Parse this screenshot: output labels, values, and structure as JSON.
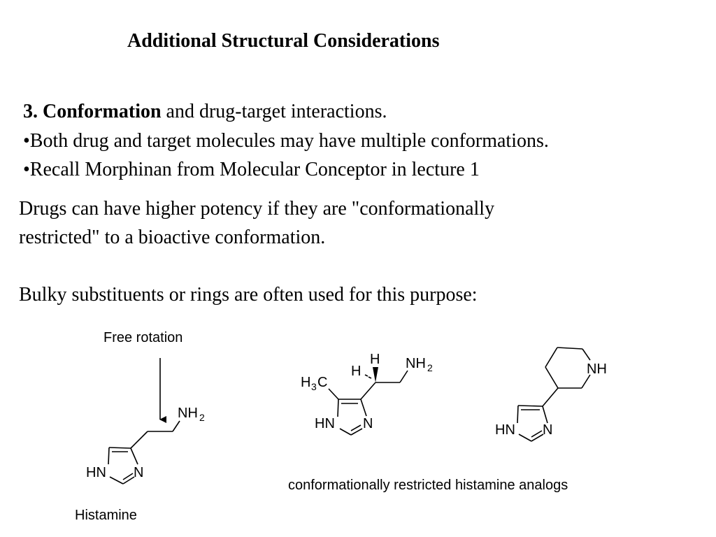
{
  "title": "Additional Structural Considerations",
  "point3": {
    "number_label": "3. Conformation",
    "rest": " and drug-target interactions."
  },
  "bullets": [
    "•Both drug and target molecules may have multiple conformations.",
    "•Recall Morphinan from Molecular Conceptor in lecture 1"
  ],
  "paragraphs": [
    "Drugs can have higher potency if they are \"conformationally",
    "restricted\" to a bioactive conformation.",
    "Bulky substituents or rings are often used for this purpose:"
  ],
  "figure": {
    "free_rotation_label": "Free rotation",
    "histamine_label": "Histamine",
    "analogs_caption": "conformationally restricted histamine analogs",
    "atoms": {
      "hn": "HN",
      "n": "N",
      "nh": "NH",
      "nh2_main": "NH",
      "nh2_sub": "2",
      "h": "H",
      "h3c_h": "H",
      "h3c_sub": "3",
      "h3c_c": "C"
    }
  }
}
